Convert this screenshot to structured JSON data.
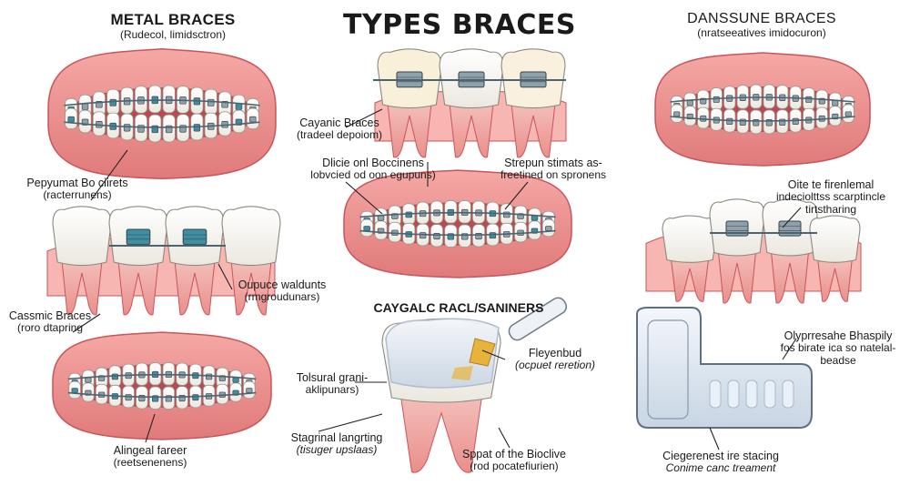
{
  "title": "TYPES BRACES",
  "colors": {
    "gum": "#ec8a88",
    "gum_dark": "#c9545a",
    "gum_light": "#f7b6b2",
    "tooth": "#fbfaf5",
    "tooth_shade": "#e5e3da",
    "wire": "#4b6470",
    "bracket": "#8fa1aa",
    "bracket_teal": "#3f8fa0",
    "leader": "#222222",
    "aligner": "#dfe8f2",
    "aligner_shade": "#a9b9cb",
    "gold": "#e8b33b"
  },
  "panels": {
    "metal": {
      "heading": "METAL BRACES",
      "subheading": "(Rudecol, limidsctron)"
    },
    "ceramic_top": {
      "label": "Cayanic Braces",
      "sublabel": "(tradeel depoiom)"
    },
    "damon": {
      "heading": "DANSSUNE BRACES",
      "subheading": "(nratseeatives imidocuron)"
    },
    "left_middle": {
      "label": "Pepyumat Bo ciirets",
      "sublabel": "(racterrunens)"
    },
    "center_left": {
      "label": "Dlicie onl Boccinens",
      "sublabel": "lobvcied od oon egupuns)"
    },
    "center_right": {
      "label": "Strepun stimats as-",
      "sublabel": "freetined on spronens"
    },
    "right_middle": {
      "label": "Oite te firenlemal",
      "sublabel": "indeciolttss scarptincle",
      "sublabel2": "tirtstharing"
    },
    "left_lower": {
      "label": "Oupuce waldunts",
      "sublabel": "(rmgroudunars)"
    },
    "cassmic": {
      "label": "Cassmic Braces",
      "sublabel": "(roro dtapring"
    },
    "clear_aligners": {
      "heading": "CAYGALC RACL/SANINERS"
    },
    "fleyenbud": {
      "label": "Fleyenbud",
      "sublabel": "(ocpuet reretion)"
    },
    "tolsural": {
      "label": "Tolsural grani-",
      "sublabel": "aklipunars)"
    },
    "olypresahe": {
      "label": "Olyprresahe Bhaspily",
      "sublabel": "fos birate ica so natelal-",
      "sublabel2": "beadse"
    },
    "bottom_left": {
      "label": "Alingeal fareer",
      "sublabel": "(reetsenenens)"
    },
    "stagrinal": {
      "label": "Stagrinal langrting",
      "sublabel": "(tisuger upslaas)"
    },
    "sppat": {
      "label": "Sppat of the Bioclive",
      "sublabel": "(rod pocatefiurien)"
    },
    "ciegerenest": {
      "label": "Ciegerenest ire stacing",
      "sublabel": "Conime canc treament"
    }
  }
}
